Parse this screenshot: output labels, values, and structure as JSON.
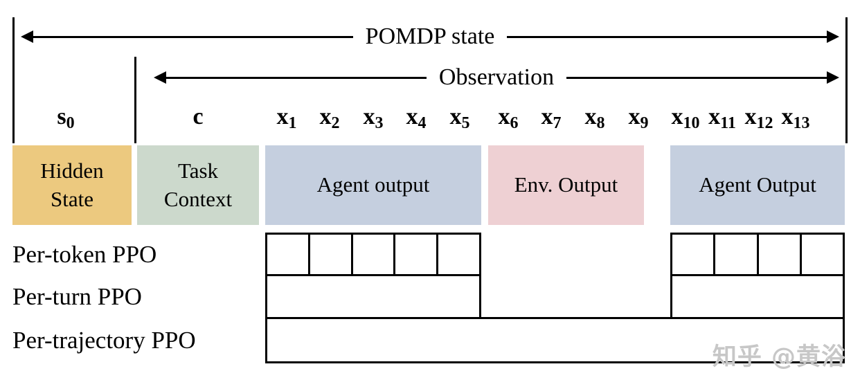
{
  "brackets": {
    "pomdp_label": "POMDP state",
    "observation_label": "Observation"
  },
  "tokens": {
    "s0": {
      "base": "s",
      "sub": "0"
    },
    "c": {
      "base": "c",
      "sub": ""
    },
    "x": [
      {
        "base": "x",
        "sub": "1"
      },
      {
        "base": "x",
        "sub": "2"
      },
      {
        "base": "x",
        "sub": "3"
      },
      {
        "base": "x",
        "sub": "4"
      },
      {
        "base": "x",
        "sub": "5"
      },
      {
        "base": "x",
        "sub": "6"
      },
      {
        "base": "x",
        "sub": "7"
      },
      {
        "base": "x",
        "sub": "8"
      },
      {
        "base": "x",
        "sub": "9"
      },
      {
        "base": "x",
        "sub": "10"
      },
      {
        "base": "x",
        "sub": "11"
      },
      {
        "base": "x",
        "sub": "12"
      },
      {
        "base": "x",
        "sub": "13"
      }
    ]
  },
  "blocks": [
    {
      "label": "Hidden\nState",
      "color": "#ecc97f"
    },
    {
      "label": "Task\nContext",
      "color": "#ccd9cc"
    },
    {
      "label": "Agent output",
      "color": "#c5cfdf"
    },
    {
      "label": "Env. Output",
      "color": "#eed0d3"
    },
    {
      "label": "Agent Output",
      "color": "#c5cfdf"
    }
  ],
  "ppo_rows": [
    {
      "label": "Per-token PPO"
    },
    {
      "label": "Per-turn PPO"
    },
    {
      "label": "Per-trajectory PPO"
    }
  ],
  "watermark": "知乎 @黄浴"
}
